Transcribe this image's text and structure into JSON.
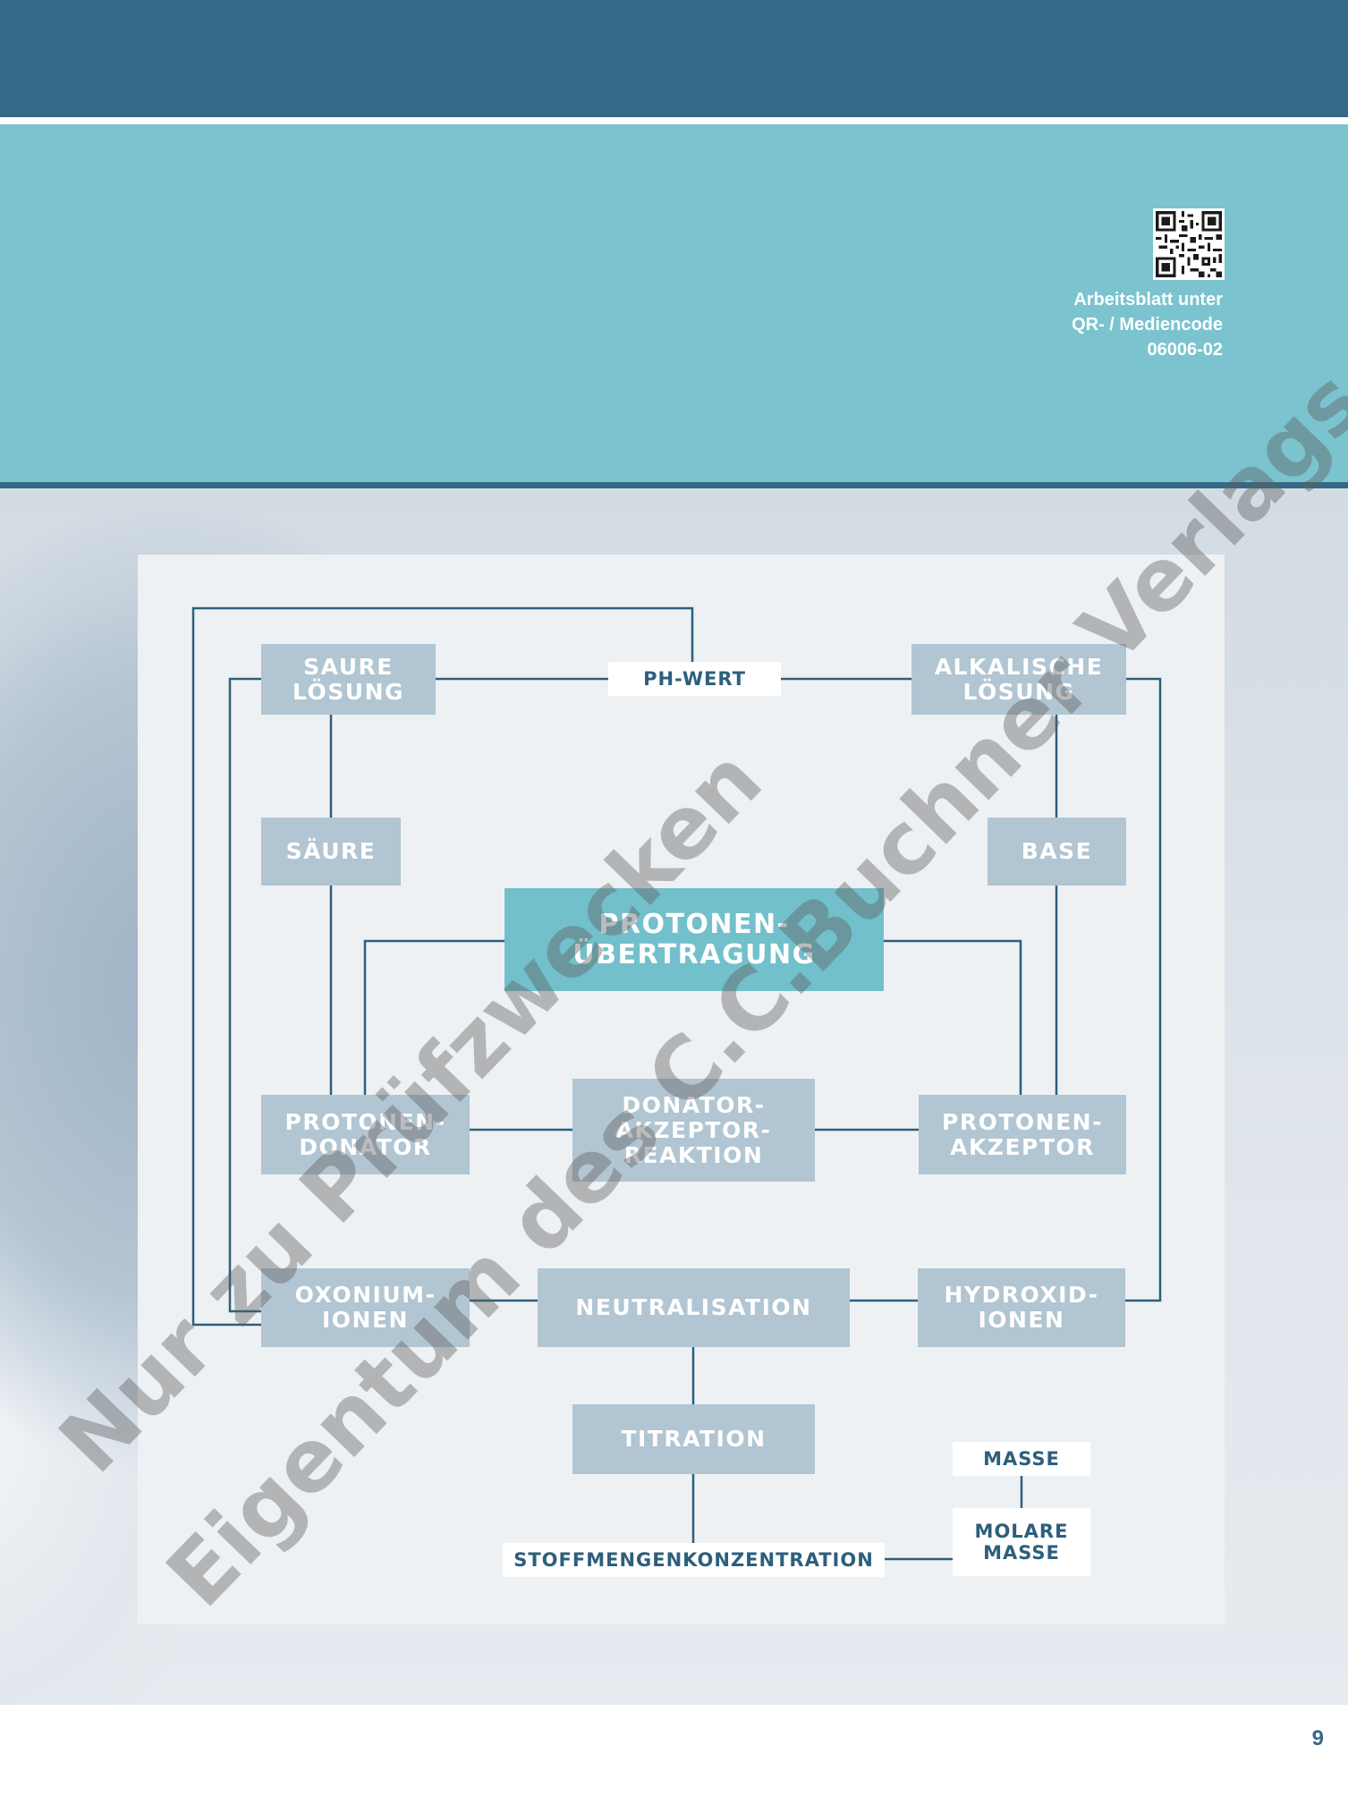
{
  "header": {
    "qr_note": [
      "Arbeitsblatt unter",
      "QR- / Mediencode",
      "06006-02"
    ]
  },
  "diagram": {
    "saure_loesung": "SAURE\nLÖSUNG",
    "ph_wert": "PH-WERT",
    "alkalische_loesung": "ALKALISCHE\nLÖSUNG",
    "saeure": "SÄURE",
    "base": "BASE",
    "protonenuebertragung": "PROTONEN-\nÜBERTRAGUNG",
    "protonendonator": "PROTONEN-\nDONATOR",
    "donator_akzeptor_reaktion": "DONATOR-\nAKZEPTOR-\nREAKTION",
    "protonenakzeptor": "PROTONEN-\nAKZEPTOR",
    "oxonium_ionen": "OXONIUM-\nIONEN",
    "neutralisation": "NEUTRALISATION",
    "hydroxid_ionen": "HYDROXID-\nIONEN",
    "titration": "TITRATION",
    "masse": "MASSE",
    "molare_masse": "MOLARE\nMASSE",
    "stoffmengenkonzentration": "STOFFMENGENKONZENTRATION"
  },
  "watermark": {
    "line1": "Nur zu Prüfzwecken",
    "line2": "Eigentum des C.C.Buchner Verlags"
  },
  "page_number": "9",
  "colors": {
    "dark_blue": "#346987",
    "teal": "#7ac3cf",
    "box_grey": "#b1c5d2",
    "box_highlight": "#72c0cc",
    "line": "#2d5f7c"
  }
}
